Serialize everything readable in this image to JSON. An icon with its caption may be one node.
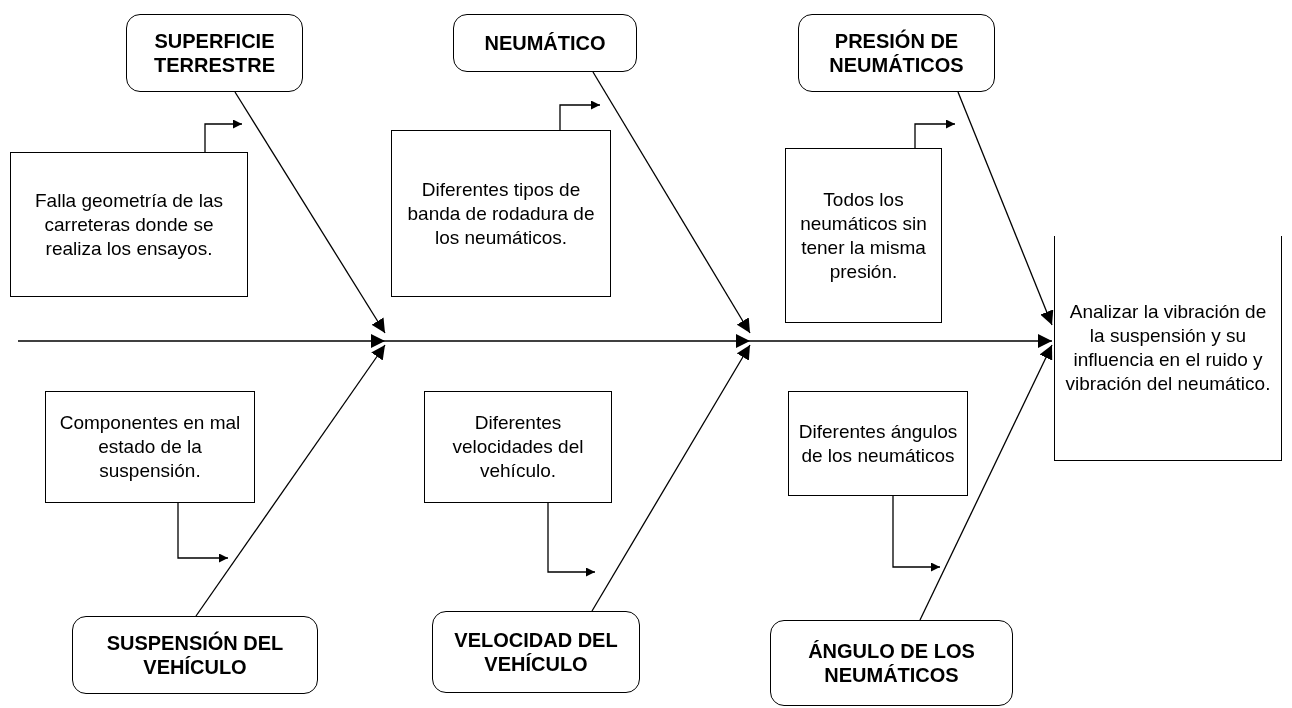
{
  "diagram": {
    "nodes": [
      {
        "text": [
          "SUPERFICIE TERRESTRE"
        ]
      },
      {
        "text": [
          "Falla geometría de las carreteras donde se realiza los ensayos."
        ]
      },
      {
        "text": [
          "NEUMÁTICO"
        ]
      },
      {
        "text": [
          "Diferentes tipos de banda de rodadura de los neumáticos."
        ]
      },
      {
        "text": [
          "PRESIÓN DE NEUMÁTICOS"
        ]
      },
      {
        "text": [
          "Todos los neumáticos sin tener la misma presión."
        ]
      },
      {
        "text": [
          "Analizar la vibración de la suspensión y su influencia en el ruido y vibración del neumático."
        ]
      },
      {
        "text": [
          "Componentes en mal estado de la suspensión."
        ]
      },
      {
        "text": [
          "Diferentes velocidades del vehículo."
        ]
      },
      {
        "text": [
          "Diferentes ángulos de los neumáticos"
        ]
      },
      {
        "text": [
          "SUSPENSIÓN DEL VEHÍCULO"
        ]
      },
      {
        "text": [
          "VELOCIDAD DEL VEHÍCULO"
        ]
      },
      {
        "text": [
          "ÁNGULO DE LOS NEUMÁTICOS"
        ]
      }
    ],
    "edges": [
      {
        "from": null,
        "to": 6,
        "arrow": "to"
      },
      {
        "from": 0,
        "to": null,
        "arrow": "to"
      },
      {
        "from": 10,
        "to": null,
        "arrow": "to"
      },
      {
        "from": 2,
        "to": null,
        "arrow": "to"
      },
      {
        "from": 11,
        "to": null,
        "arrow": "to"
      },
      {
        "from": 4,
        "to": 6,
        "arrow": "to"
      },
      {
        "from": 12,
        "to": 6,
        "arrow": "to"
      },
      {
        "from": 1,
        "to": null,
        "arrow": "to"
      },
      {
        "from": 3,
        "to": null,
        "arrow": "to"
      },
      {
        "from": 5,
        "to": null,
        "arrow": "to"
      },
      {
        "from": 7,
        "to": null,
        "arrow": "to"
      },
      {
        "from": 8,
        "to": null,
        "arrow": "to"
      },
      {
        "from": 9,
        "to": null,
        "arrow": "to"
      }
    ]
  }
}
